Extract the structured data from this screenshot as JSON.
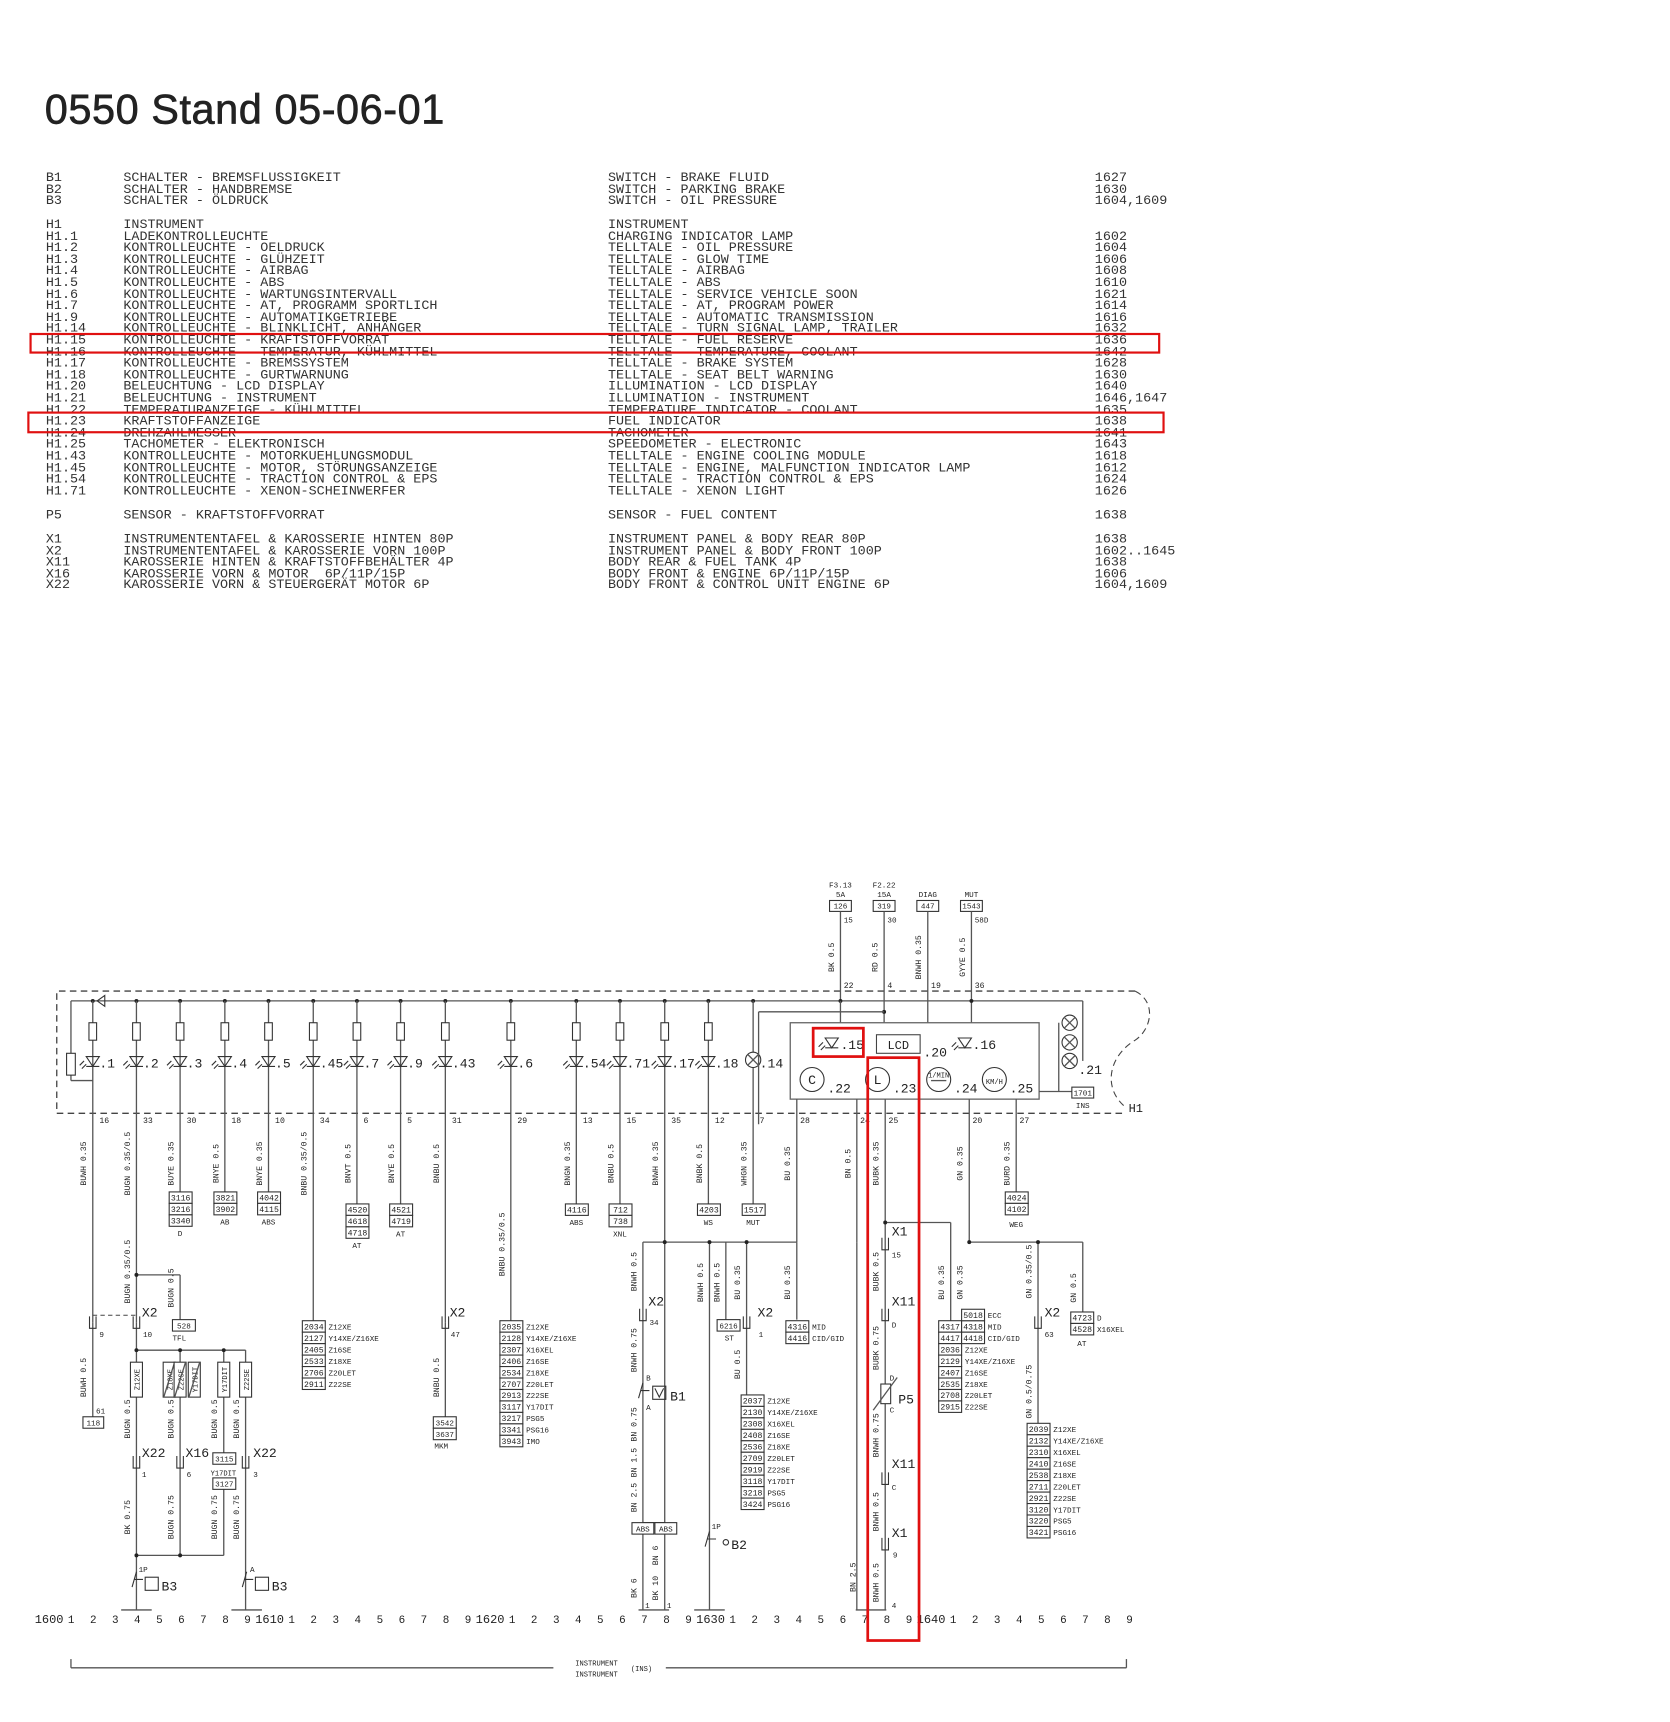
{
  "title": "0550 Stand 05-06-01",
  "legend": [
    {
      "id": "B1",
      "de": "SCHALTER - BREMSFLUSSIGKEIT",
      "en": "SWITCH - BRAKE FLUID",
      "ref": "1627"
    },
    {
      "id": "B2",
      "de": "SCHALTER - HANDBREMSE",
      "en": "SWITCH - PARKING BRAKE",
      "ref": "1630"
    },
    {
      "id": "B3",
      "de": "SCHALTER - ÖLDRUCK",
      "en": "SWITCH - OIL PRESSURE",
      "ref": "1604,1609"
    },
    {
      "id": "H1",
      "de": "INSTRUMENT",
      "en": "INSTRUMENT",
      "ref": ""
    },
    {
      "id": "H1.1",
      "de": "LADEKONTROLLEUCHTE",
      "en": "CHARGING INDICATOR LAMP",
      "ref": "1602"
    },
    {
      "id": "H1.2",
      "de": "KONTROLLEUCHTE - OELDRUCK",
      "en": "TELLTALE - OIL PRESSURE",
      "ref": "1604"
    },
    {
      "id": "H1.3",
      "de": "KONTROLLEUCHTE - GLÜHZEIT",
      "en": "TELLTALE - GLOW TIME",
      "ref": "1606"
    },
    {
      "id": "H1.4",
      "de": "KONTROLLEUCHTE - AIRBAG",
      "en": "TELLTALE - AIRBAG",
      "ref": "1608"
    },
    {
      "id": "H1.5",
      "de": "KONTROLLEUCHTE - ABS",
      "en": "TELLTALE - ABS",
      "ref": "1610"
    },
    {
      "id": "H1.6",
      "de": "KONTROLLEUCHTE - WARTUNGSINTERVALL",
      "en": "TELLTALE - SERVICE VEHICLE SOON",
      "ref": "1621"
    },
    {
      "id": "H1.7",
      "de": "KONTROLLEUCHTE - AT, PROGRAMM SPORTLICH",
      "en": "TELLTALE - AT, PROGRAM POWER",
      "ref": "1614"
    },
    {
      "id": "H1.9",
      "de": "KONTROLLEUCHTE - AUTOMATIKGETRIEBE",
      "en": "TELLTALE - AUTOMATIC TRANSMISSION",
      "ref": "1616"
    },
    {
      "id": "H1.14",
      "de": "KONTROLLEUCHTE - BLINKLICHT, ANHÄNGER",
      "en": "TELLTALE - TURN SIGNAL LAMP, TRAILER",
      "ref": "1632"
    },
    {
      "id": "H1.15",
      "de": "KONTROLLEUCHTE - KRAFTSTOFFVORRAT",
      "en": "TELLTALE - FUEL RESERVE",
      "ref": "1636"
    },
    {
      "id": "H1.16",
      "de": "KONTROLLEUCHTE - TEMPERATUR, KÜHLMITTEL",
      "en": "TELLTALE - TEMPERATURE, COOLANT",
      "ref": "1642"
    },
    {
      "id": "H1.17",
      "de": "KONTROLLEUCHTE - BREMSSYSTEM",
      "en": "TELLTALE - BRAKE SYSTEM",
      "ref": "1628"
    },
    {
      "id": "H1.18",
      "de": "KONTROLLEUCHTE - GURTWARNUNG",
      "en": "TELLTALE - SEAT BELT WARNING",
      "ref": "1630"
    },
    {
      "id": "H1.20",
      "de": "BELEUCHTUNG - LCD DISPLAY",
      "en": "ILLUMINATION - LCD DISPLAY",
      "ref": "1640"
    },
    {
      "id": "H1.21",
      "de": "BELEUCHTUNG - INSTRUMENT",
      "en": "ILLUMINATION - INSTRUMENT",
      "ref": "1646,1647"
    },
    {
      "id": "H1.22",
      "de": "TEMPERATURANZEIGE - KÜHLMITTEL",
      "en": "TEMPERATURE INDICATOR - COOLANT",
      "ref": "1635"
    },
    {
      "id": "H1.23",
      "de": "KRAFTSTOFFANZEIGE",
      "en": "FUEL INDICATOR",
      "ref": "1638"
    },
    {
      "id": "H1.24",
      "de": "DREHZAHLMESSER",
      "en": "TACHOMETER",
      "ref": "1641"
    },
    {
      "id": "H1.25",
      "de": "TACHOMETER - ELEKTRONISCH",
      "en": "SPEEDOMETER - ELECTRONIC",
      "ref": "1643"
    },
    {
      "id": "H1.43",
      "de": "KONTROLLEUCHTE - MOTORKUEHLUNGSMODUL",
      "en": "TELLTALE - ENGINE COOLING MODULE",
      "ref": "1618"
    },
    {
      "id": "H1.45",
      "de": "KONTROLLEUCHTE - MOTOR, STÖRUNGSANZEIGE",
      "en": "TELLTALE - ENGINE, MALFUNCTION INDICATOR LAMP",
      "ref": "1612"
    },
    {
      "id": "H1.54",
      "de": "KONTROLLEUCHTE - TRACTION CONTROL & EPS",
      "en": "TELLTALE - TRACTION CONTROL & EPS",
      "ref": "1624"
    },
    {
      "id": "H1.71",
      "de": "KONTROLLEUCHTE - XENON-SCHEINWERFER",
      "en": "TELLTALE - XENON LIGHT",
      "ref": "1626"
    },
    {
      "id": "P5",
      "de": "SENSOR - KRAFTSTOFFVORRAT",
      "en": "SENSOR - FUEL CONTENT",
      "ref": "1638"
    },
    {
      "id": "X1",
      "de": "INSTRUMENTENTAFEL & KAROSSERIE HINTEN 80P",
      "en": "INSTRUMENT PANEL & BODY REAR 80P",
      "ref": "1638"
    },
    {
      "id": "X2",
      "de": "INSTRUMENTENTAFEL & KAROSSERIE VORN 100P",
      "en": "INSTRUMENT PANEL & BODY FRONT 100P",
      "ref": "1602..1645"
    },
    {
      "id": "X11",
      "de": "KAROSSERIE HINTEN & KRAFTSTOFFBEHÄLTER 4P",
      "en": "BODY REAR & FUEL TANK 4P",
      "ref": "1638"
    },
    {
      "id": "X16",
      "de": "KAROSSERIE VORN & MOTOR  6P/11P/15P",
      "en": "BODY FRONT & ENGINE 6P/11P/15P",
      "ref": "1606"
    },
    {
      "id": "X22",
      "de": "KAROSSERIE VORN & STEUERGERÄT MOTOR 6P",
      "en": "BODY FRONT & CONTROL UNIT ENGINE 6P",
      "ref": "1604,1609"
    }
  ],
  "highlight_color": "#e01010",
  "diagram": {
    "top_feeds": [
      {
        "fuse": "F3.13",
        "rating": "5A",
        "ref": "126",
        "pin_in": "15",
        "wire": "BK 0.5",
        "pin": "22"
      },
      {
        "fuse": "F2.22",
        "rating": "15A",
        "ref": "319",
        "pin_in": "30",
        "wire": "RD 0.5",
        "pin": "4"
      },
      {
        "fuse": "",
        "rating": "DIAG",
        "ref": "447",
        "pin_in": "",
        "wire": "BNWH 0.35",
        "pin": "19"
      },
      {
        "fuse": "",
        "rating": "MUT",
        "ref": "1543",
        "pin_in": "58D",
        "wire": "GYYE 0.5",
        "pin": "36"
      }
    ],
    "telltales": [
      {
        "label": ".1",
        "pin": "16",
        "wire": "BUWH 0.35",
        "refs": [],
        "tag": ""
      },
      {
        "label": ".2",
        "pin": "33",
        "wire": "BUGN 0.35/0.5",
        "refs": [],
        "tag": ""
      },
      {
        "label": ".3",
        "pin": "30",
        "wire": "BUYE 0.35",
        "refs": [
          "3116",
          "3216",
          "3340"
        ],
        "tag": "D"
      },
      {
        "label": ".4",
        "pin": "18",
        "wire": "BNYE 0.5",
        "refs": [
          "3821",
          "3902"
        ],
        "tag": "AB"
      },
      {
        "label": ".5",
        "pin": "10",
        "wire": "BNYE 0.35",
        "refs": [
          "4042",
          "4115"
        ],
        "tag": "ABS"
      },
      {
        "label": ".45",
        "pin": "34",
        "wire": "BNBU 0.35/0.5",
        "refs": [],
        "tag": ""
      },
      {
        "label": ".7",
        "pin": "6",
        "wire": "BNVT 0.5",
        "refs": [
          "4520",
          "4618",
          "4718"
        ],
        "tag": "AT"
      },
      {
        "label": ".9",
        "pin": "5",
        "wire": "BNYE 0.5",
        "refs": [
          "4521",
          "4719"
        ],
        "tag": "AT"
      },
      {
        "label": ".43",
        "pin": "31",
        "wire": "BNBU 0.5",
        "refs": [],
        "tag": ""
      },
      {
        "label": ".6",
        "pin": "29",
        "wire": "",
        "refs": [],
        "tag": ""
      },
      {
        "label": ".54",
        "pin": "13",
        "wire": "BNGN 0.35",
        "refs": [
          "4116"
        ],
        "tag": "ABS"
      },
      {
        "label": ".71",
        "pin": "15",
        "wire": "BNBU 0.5",
        "refs": [
          "712",
          "738"
        ],
        "tag": "XNL"
      },
      {
        "label": ".17",
        "pin": "35",
        "wire": "BNWH 0.35",
        "refs": [],
        "tag": ""
      },
      {
        "label": ".18",
        "pin": "12",
        "wire": "BNBK 0.5",
        "refs": [
          "4203"
        ],
        "tag": "WS"
      },
      {
        "label": ".14",
        "pin": "7",
        "wire": "WHGN 0.35",
        "refs": [
          "1517"
        ],
        "tag": "MUT"
      }
    ],
    "instrument": {
      "fuel_reserve": ".15",
      "lcd": "LCD",
      "lcd_num": ".20",
      "coolant_tt": ".16",
      "gauges": [
        {
          "sym": "C",
          "num": ".22"
        },
        {
          "sym": "L",
          "num": ".23"
        },
        {
          "sym": "1/MIN",
          "num": ".24"
        },
        {
          "sym": "KM/H",
          "num": ".25"
        }
      ],
      "illum_num": ".21",
      "illum_ref": "1701",
      "illum_tag": "INS",
      "name": "H1",
      "pins": [
        {
          "pin": "28",
          "wire": "BU 0.35",
          "refs": [],
          "tag": ""
        },
        {
          "pin": "24",
          "wire": "BN 0.5",
          "refs": [],
          "tag": ""
        },
        {
          "pin": "25",
          "wire": "BUBK 0.35",
          "refs": [],
          "tag": ""
        },
        {
          "pin": "20",
          "wire": "GN 0.35",
          "refs": [],
          "tag": ""
        },
        {
          "pin": "27",
          "wire": "BURD 0.35",
          "refs": [
            "4024",
            "4102"
          ],
          "tag": "WEG"
        }
      ]
    },
    "ref_lists": [
      [
        [
          "2034",
          "Z12XE"
        ],
        [
          "2127",
          "Y14XE/Z16XE"
        ],
        [
          "2405",
          "Z16SE"
        ],
        [
          "2533",
          "Z18XE"
        ],
        [
          "2706",
          "Z20LET"
        ],
        [
          "2911",
          "Z22SE"
        ]
      ],
      [
        [
          "2035",
          "Z12XE"
        ],
        [
          "2128",
          "Y14XE/Z16XE"
        ],
        [
          "2307",
          "X16XEL"
        ],
        [
          "2406",
          "Z16SE"
        ],
        [
          "2534",
          "Z18XE"
        ],
        [
          "2707",
          "Z20LET"
        ],
        [
          "2913",
          "Z22SE"
        ],
        [
          "3117",
          "Y17DIT"
        ],
        [
          "3217",
          "PSG5"
        ],
        [
          "3341",
          "PSG16"
        ],
        [
          "3943",
          "IMO"
        ]
      ],
      [
        [
          "2037",
          "Z12XE"
        ],
        [
          "2130",
          "Y14XE/Z16XE"
        ],
        [
          "2308",
          "X16XEL"
        ],
        [
          "2408",
          "Z16SE"
        ],
        [
          "2536",
          "Z18XE"
        ],
        [
          "2709",
          "Z20LET"
        ],
        [
          "2919",
          "Z22SE"
        ],
        [
          "3118",
          "Y17DIT"
        ],
        [
          "3218",
          "PSG5"
        ],
        [
          "3424",
          "PSG16"
        ]
      ],
      [
        [
          "2039",
          "Z12XE"
        ],
        [
          "2132",
          "Y14XE/Z16XE"
        ],
        [
          "2310",
          "X16XEL"
        ],
        [
          "2410",
          "Z16SE"
        ],
        [
          "2538",
          "Z18XE"
        ],
        [
          "2711",
          "Z20LET"
        ],
        [
          "2921",
          "Z22SE"
        ],
        [
          "3120",
          "Y17DIT"
        ],
        [
          "3220",
          "PSG5"
        ],
        [
          "3421",
          "PSG16"
        ]
      ],
      [
        [
          "4317",
          "4318",
          "MID"
        ],
        [
          "4417",
          "4418",
          "CID/GID"
        ],
        [
          "2036",
          "Z12XE"
        ],
        [
          "2129",
          "Y14XE/Z16XE"
        ],
        [
          "2407",
          "Z16SE"
        ],
        [
          "2535",
          "Z18XE"
        ],
        [
          "2708",
          "Z20LET"
        ],
        [
          "2915",
          "Z22SE"
        ]
      ],
      [
        [
          "4316",
          "MID"
        ],
        [
          "4416",
          "CID/GID"
        ]
      ],
      [
        [
          "4723",
          "D"
        ],
        [
          "4528",
          "X16XEL"
        ]
      ],
      [
        [
          "5018",
          "ECC"
        ]
      ]
    ],
    "small_boxes": [
      "528",
      "118",
      "3542",
      "3637",
      "6216",
      "3115",
      "3127",
      "ABS",
      "ABS"
    ],
    "variant_boxes": [
      "Z12XE",
      "Z18XE",
      "Z22SE",
      "Y17DIT",
      "Y17DIT",
      "Z22SE"
    ],
    "wire_labels": [
      "BUGN 0.35/0.5",
      "BUGN 0.5",
      "BUWH 0.5",
      "BUGN 0.5",
      "BUGN 0.5",
      "BUGN 0.5",
      "BUGN 0.5",
      "BK 0.75",
      "BUGN 0.75",
      "BUGN 0.75",
      "BUGN 0.75",
      "BNBU 0.5",
      "BNBU 0.35/0.5",
      "BNWH 0.5",
      "BNWH 0.75",
      "BN 0.75",
      "BN 1.5",
      "BN 2.5",
      "BNWH 0.5",
      "BNWH 0.5",
      "BU 0.35",
      "BU 0.5",
      "BU 0.35",
      "BK 6",
      "BN 6",
      "BK 10",
      "BN 2.5",
      "BUBK 0.5",
      "BUBK 0.75",
      "BNWH 0.75",
      "BNWH 0.5",
      "BNWH 0.5",
      "BU 0.35",
      "GN 0.35",
      "GN 0.35/0.5",
      "GN 0.5/0.75",
      "GN 0.5"
    ],
    "labels": [
      "X2",
      "9",
      "10",
      "61",
      "TFL",
      "X22",
      "1",
      "X16",
      "6",
      "Y17DIT",
      "X22",
      "3",
      "1P",
      "A",
      "B3",
      "B3",
      "X2",
      "47",
      "MKM",
      "X2",
      "34",
      "B",
      "A",
      "B1",
      "1",
      "1",
      "1P",
      "B2",
      "ST",
      "X2",
      "1",
      "X1",
      "15",
      "X11",
      "D",
      "D",
      "P5",
      "C",
      "X11",
      "C",
      "X1",
      "9",
      "4",
      "X2",
      "63",
      "AT"
    ],
    "axis_ticks": [
      "1600",
      "1",
      "2",
      "3",
      "4",
      "5",
      "6",
      "7",
      "8",
      "9",
      "1610",
      "1",
      "2",
      "3",
      "4",
      "5",
      "6",
      "7",
      "8",
      "9",
      "1620",
      "1",
      "2",
      "3",
      "4",
      "5",
      "6",
      "7",
      "8",
      "9",
      "1630",
      "1",
      "2",
      "3",
      "4",
      "5",
      "6",
      "7",
      "8",
      "9",
      "1640",
      "1",
      "2",
      "3",
      "4",
      "5",
      "6",
      "7",
      "8",
      "9"
    ],
    "footer": {
      "line1": "INSTRUMENT",
      "line2": "INSTRUMENT",
      "abbr": "(INS)"
    }
  }
}
